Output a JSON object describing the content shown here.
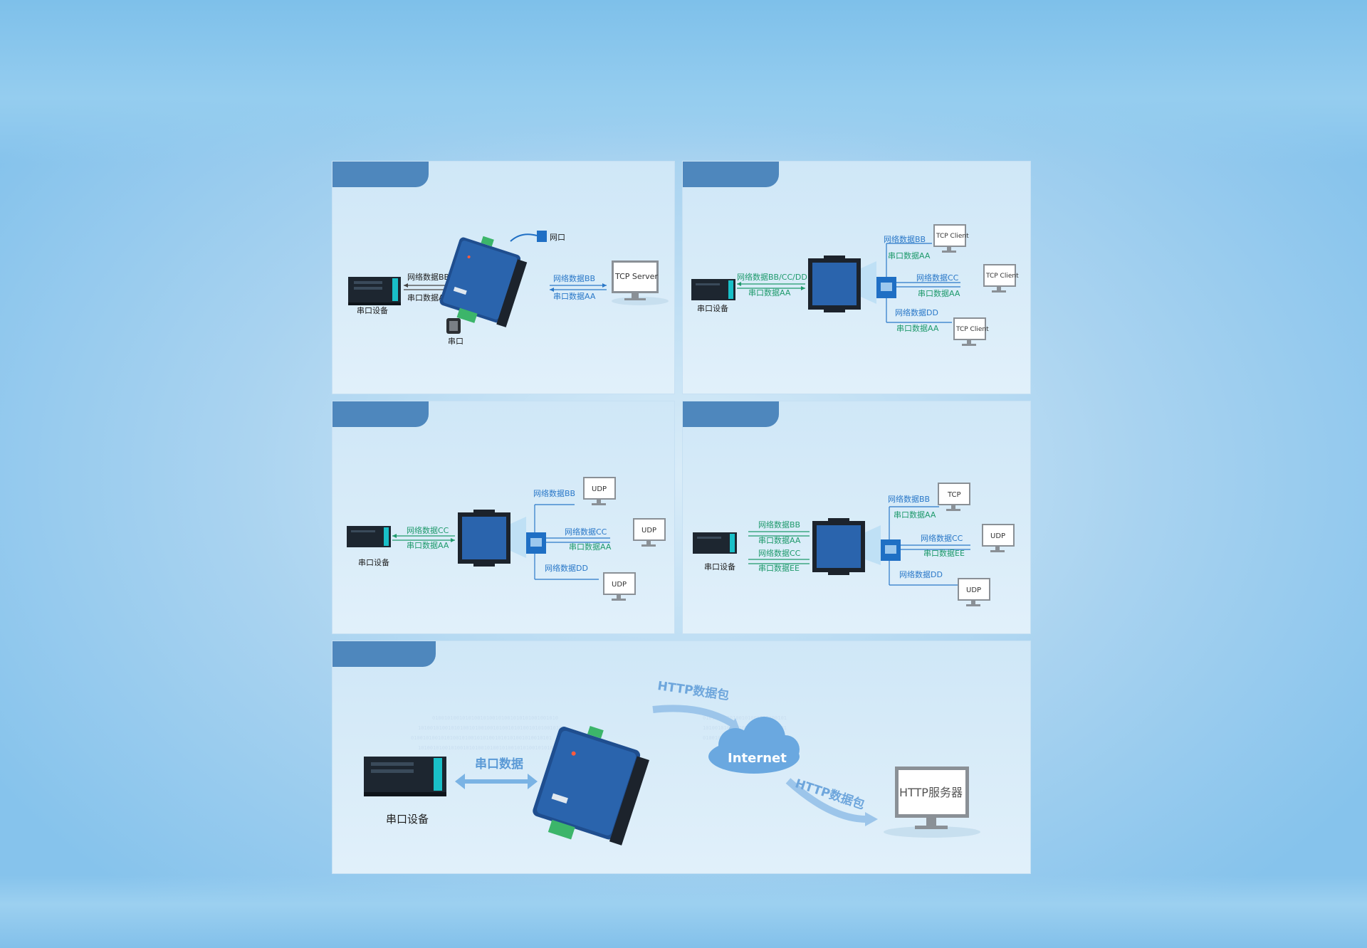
{
  "colors": {
    "tab": "#4e87bd",
    "green": "#1f9a6c",
    "blue": "#2a78c8",
    "dark": "#1e1e1e",
    "device": "#1d2630",
    "module": "#1f4e8f"
  },
  "panels": [
    {
      "device_label": "串口设备",
      "net_label": "网络数据BB",
      "serial_label": "串口数据AA",
      "port_net": "网口",
      "port_serial": "串口",
      "net_right": "网络数据BB",
      "serial_right": "串口数据AA",
      "server": "TCP Server"
    },
    {
      "device_label": "串口设备",
      "net_label": "网络数据BB/CC/DD",
      "serial_label": "串口数据AA",
      "clients": [
        {
          "name": "TCP Client",
          "net": "网络数据BB",
          "serial": "串口数据AA"
        },
        {
          "name": "TCP Client",
          "net": "网络数据CC",
          "serial": "串口数据AA"
        },
        {
          "name": "TCP Client",
          "net": "网络数据DD",
          "serial": "串口数据AA"
        }
      ]
    },
    {
      "device_label": "串口设备",
      "net_label": "网络数据CC",
      "serial_label": "串口数据AA",
      "clients": [
        {
          "name": "UDP",
          "net": "网络数据BB",
          "serial": ""
        },
        {
          "name": "UDP",
          "net": "网络数据CC",
          "serial": "串口数据AA"
        },
        {
          "name": "UDP",
          "net": "网络数据DD",
          "serial": ""
        }
      ]
    },
    {
      "device_label": "串口设备",
      "net_labels": [
        "网络数据BB",
        "串口数据AA",
        "网络数据CC",
        "串口数据EE"
      ],
      "clients": [
        {
          "name": "TCP",
          "net": "网络数据BB",
          "serial": "串口数据AA"
        },
        {
          "name": "UDP",
          "net": "网络数据CC",
          "serial": "串口数据EE"
        },
        {
          "name": "UDP",
          "net": "网络数据DD",
          "serial": ""
        }
      ]
    },
    {
      "device_label": "串口设备",
      "serial_data": "串口数据",
      "http_top": "HTTP数据包",
      "cloud": "Internet",
      "http_bottom": "HTTP数据包",
      "server": "HTTP服务器"
    }
  ]
}
